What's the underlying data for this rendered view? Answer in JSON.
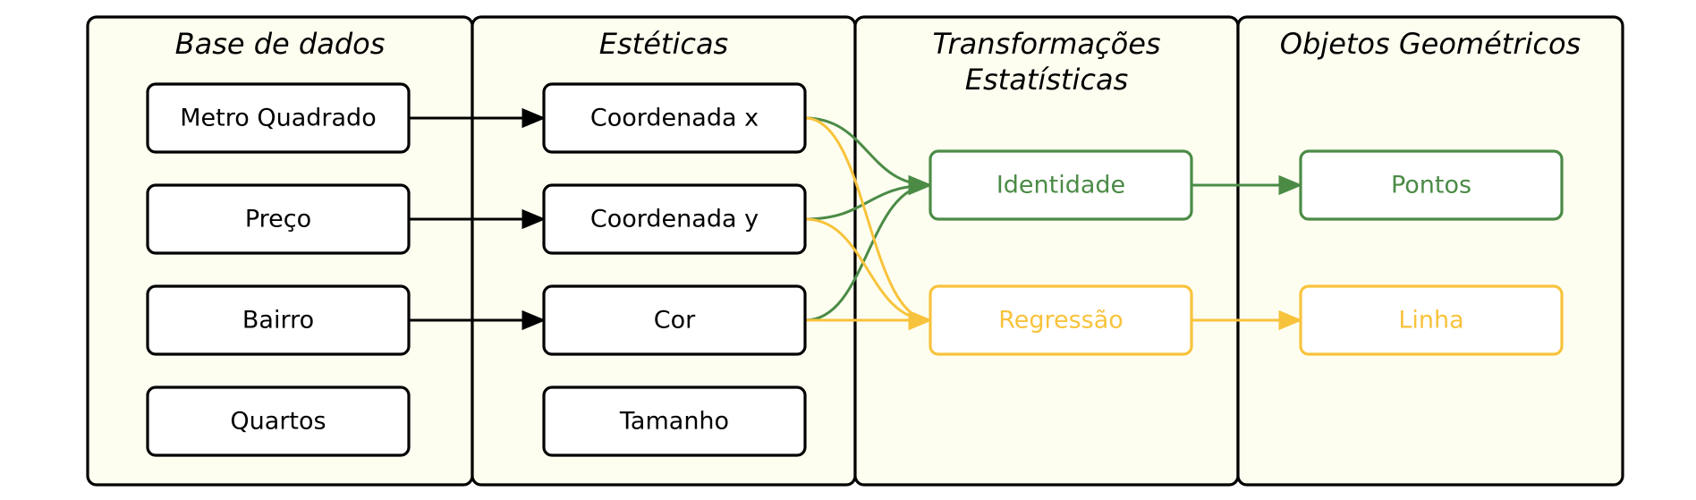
{
  "colors": {
    "black": "#000000",
    "green": "#4b8b46",
    "yellow": "#f8c33c",
    "panel_fill": "#fefef0"
  },
  "panels": [
    {
      "id": "dados",
      "title_lines": [
        "Base de dados"
      ]
    },
    {
      "id": "esteticas",
      "title_lines": [
        "Estéticas"
      ]
    },
    {
      "id": "transf",
      "title_lines": [
        "Transformações",
        "Estatísticas"
      ]
    },
    {
      "id": "geom",
      "title_lines": [
        "Objetos Geométricos"
      ]
    }
  ],
  "nodes": {
    "metro": {
      "label": "Metro Quadrado",
      "color": "black"
    },
    "preco": {
      "label": "Preço",
      "color": "black"
    },
    "bairro": {
      "label": "Bairro",
      "color": "black"
    },
    "quartos": {
      "label": "Quartos",
      "color": "black"
    },
    "coordx": {
      "label": "Coordenada x",
      "color": "black"
    },
    "coordy": {
      "label": "Coordenada y",
      "color": "black"
    },
    "cor": {
      "label": "Cor",
      "color": "black"
    },
    "tamanho": {
      "label": "Tamanho",
      "color": "black"
    },
    "identidade": {
      "label": "Identidade",
      "color": "green"
    },
    "regressao": {
      "label": "Regressão",
      "color": "yellow"
    },
    "pontos": {
      "label": "Pontos",
      "color": "green"
    },
    "linha": {
      "label": "Linha",
      "color": "yellow"
    }
  },
  "edges": [
    {
      "from": "metro",
      "to": "coordx",
      "color": "black"
    },
    {
      "from": "preco",
      "to": "coordy",
      "color": "black"
    },
    {
      "from": "bairro",
      "to": "cor",
      "color": "black"
    },
    {
      "from": "coordx",
      "to": "identidade",
      "color": "green"
    },
    {
      "from": "coordy",
      "to": "identidade",
      "color": "green"
    },
    {
      "from": "cor",
      "to": "identidade",
      "color": "green"
    },
    {
      "from": "coordx",
      "to": "regressao",
      "color": "yellow"
    },
    {
      "from": "coordy",
      "to": "regressao",
      "color": "yellow"
    },
    {
      "from": "cor",
      "to": "regressao",
      "color": "yellow"
    },
    {
      "from": "identidade",
      "to": "pontos",
      "color": "green"
    },
    {
      "from": "regressao",
      "to": "linha",
      "color": "yellow"
    }
  ]
}
